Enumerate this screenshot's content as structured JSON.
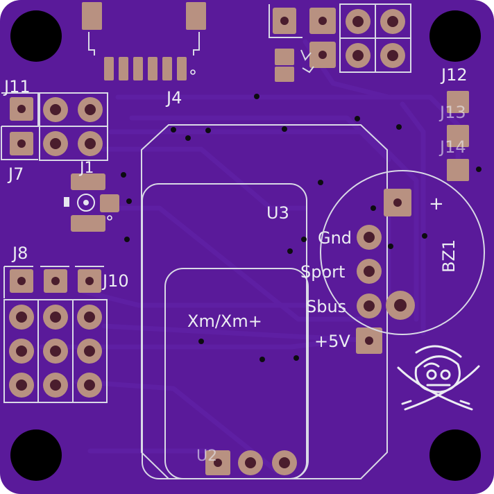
{
  "colors": {
    "background": "#ffffff",
    "board": "#5a1a9a",
    "trace": "#5e1fa3",
    "copper": "#b89181",
    "silkscreen": "#ecedf3"
  },
  "labels": {
    "j4": "J4",
    "j11": "J11",
    "j7": "J7",
    "j1": "J1",
    "j8": "J8",
    "j10": "J10",
    "j12": "J12",
    "j13": "J13",
    "j14": "J14",
    "u3": "U3",
    "u2": "U2",
    "bz1": "BZ1",
    "bz_plus": "+",
    "xm": "Xm/Xm+",
    "gnd": "Gnd",
    "sport": "Sport",
    "sbus": "Sbus",
    "v5": "+5V"
  },
  "icons": {
    "logo": "pirate-skull-crossed-swords-icon"
  }
}
